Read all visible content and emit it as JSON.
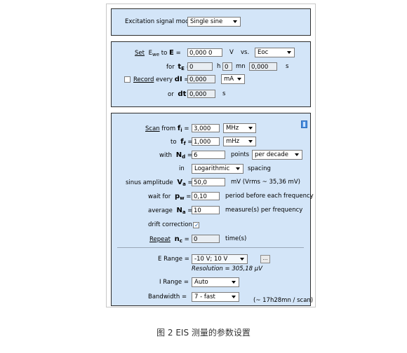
{
  "excitation": {
    "label": "Excitation signal mode",
    "mode_value": "Single sine"
  },
  "set_section": {
    "set_link": "Set",
    "e_we_label": "E",
    "e_we_sub": "we",
    "to_label": " to ",
    "e_label": "E",
    "eq": " =",
    "e_value": "0,000 0",
    "volt_unit": "V",
    "vs_label": "vs.",
    "ref_value": "Eoc",
    "for_label": "for",
    "t_label": "t",
    "t_sub": "E",
    "h_value": "0",
    "h_unit": "h",
    "mn_value": "0",
    "mn_unit": "mn",
    "s_value": "0,000",
    "s_unit": "s",
    "record_link": "Record",
    "every_label": " every ",
    "dl_label": "dI",
    "dl_value": "0,000",
    "dl_unit": "mA",
    "or_label": "or",
    "dt_label": "dt",
    "dt_value": "0,000",
    "dt_unit": "s"
  },
  "scan_section": {
    "scan_link": "Scan",
    "from_label": " from ",
    "fi_label": "f",
    "fi_sub": "i",
    "fi_value": "3,000",
    "fi_unit": "MHz",
    "to_label": "to",
    "ff_label": "f",
    "ff_sub": "f",
    "ff_value": "1,000",
    "ff_unit": "mHz",
    "with_label": "with",
    "nd_label": "N",
    "nd_sub": "d",
    "nd_value": "6",
    "points_label": "points",
    "nd_mode": "per decade",
    "in_label": "in",
    "spacing_value": "Logarithmic",
    "spacing_label": "spacing",
    "amp_label": "sinus amplitude",
    "va_label": "V",
    "va_sub": "a",
    "va_value": "50,0",
    "va_note": "mV  (Vrms ~ 35,36 mV)",
    "wait_label": "wait for",
    "pw_label": "p",
    "pw_sub": "w",
    "pw_value": "0,10",
    "pw_note": "period before each frequency",
    "avg_label": "average",
    "na_label": "N",
    "na_sub": "a",
    "na_value": "10",
    "na_note": "measure(s) per frequency",
    "drift_label": "drift correction",
    "repeat_link": "Repeat",
    "nc_label": "n",
    "nc_sub": "c",
    "nc_value": "0",
    "nc_note": "time(s)",
    "erange_label": "E Range =",
    "erange_value": "-10 V; 10 V",
    "ellipsis": "...",
    "resolution": "Resolution = 305,18 µV",
    "irange_label": "I Range =",
    "irange_value": "Auto",
    "bw_label": "Bandwidth =",
    "bw_value": "7 - fast",
    "bw_note": "(~ 17h28mn / scan)"
  },
  "caption": "图 2 EIS 测量的参数设置"
}
